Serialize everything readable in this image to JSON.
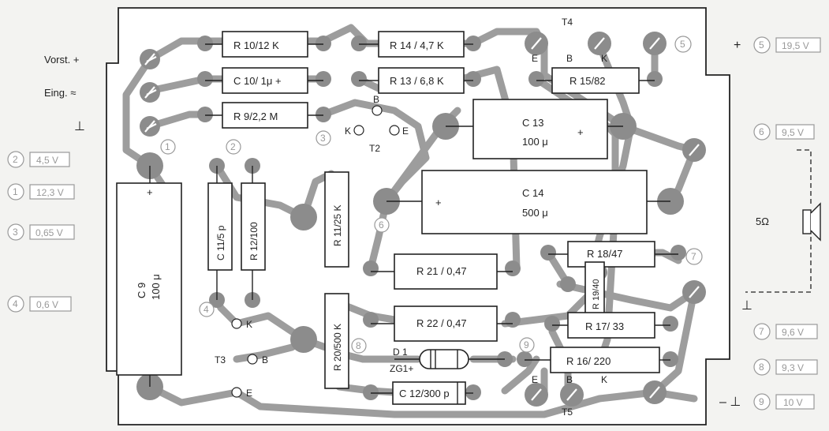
{
  "left_labels": {
    "vorst": "Vorst. +",
    "eing": "Eing. ≈",
    "ground": "⊥"
  },
  "right_labels": {
    "plus": "+",
    "ground": "⊥",
    "minus_ground": "– ⊥",
    "speaker": "5Ω"
  },
  "components": {
    "r10": "R 10/12 K",
    "c10": "C 10/ 1μ  +",
    "r9": "R 9/2,2 M",
    "r14": "R 14 / 4,7 K",
    "r13": "R 13 / 6,8 K",
    "r15": "R 15/82",
    "c13_name": "C 13",
    "c13_val": "100 μ",
    "c14_name": "C 14",
    "c14_val": "500 μ",
    "c9_name": "C 9",
    "c9_val": "100 μ",
    "c11": "C 11/5 p",
    "r12": "R 12/100",
    "r11": "R 11/25 K",
    "r20": "R 20/500 K",
    "r21": "R 21 / 0,47",
    "r22": "R 22 / 0,47",
    "r18": "R 18/47",
    "r19": "R 19/40",
    "r17": "R 17/ 33",
    "r16": "R 16/ 220",
    "c12": "C 12/300 p",
    "d1": "D 1",
    "zg1": "ZG1+",
    "plus": "+"
  },
  "transistors": {
    "t2": "T2",
    "t3": "T3",
    "t4": "T4",
    "t5": "T5",
    "b": "B",
    "e": "E",
    "k": "K"
  },
  "test_points": {
    "p1": "1",
    "p2": "2",
    "p3": "3",
    "p4": "4",
    "p5": "5",
    "p6": "6",
    "p7": "7",
    "p8": "8",
    "p9": "9"
  },
  "voltages": {
    "v2": "4,5 V",
    "v1": "12,3 V",
    "v3": "0,65 V",
    "v4": "0,6 V",
    "v5": "19,5 V",
    "v6": "9,5 V",
    "v7": "9,6 V",
    "v8": "9,3 V",
    "v9": "10 V"
  },
  "colors": {
    "track": "#9d9d9d",
    "pad": "#8c8c8c",
    "outline": "#222222",
    "annotation": "#999999"
  }
}
